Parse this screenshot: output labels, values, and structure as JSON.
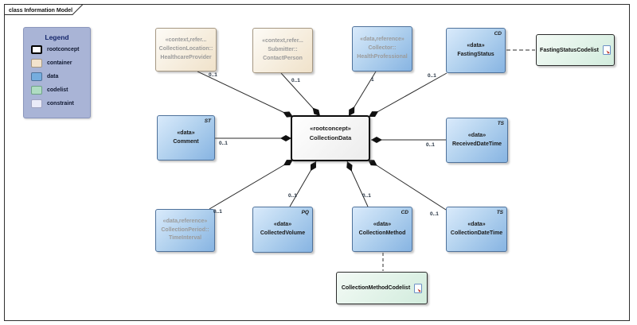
{
  "frame": {
    "title": "class Information Model"
  },
  "legend": {
    "title": "Legend",
    "background": "#A9B4D6",
    "items": [
      {
        "label": "rootconcept",
        "color": "#FFFFFF",
        "border": "#000000"
      },
      {
        "label": "container",
        "color": "#F2E3CD",
        "border": "#A59782"
      },
      {
        "label": "data",
        "color": "#76ADDE",
        "border": "#4F729B"
      },
      {
        "label": "codelist",
        "color": "#AFDCC2",
        "border": "#6FA287"
      },
      {
        "label": "constraint",
        "color": "#EAEBF8",
        "border": "#9FA3C0"
      }
    ]
  },
  "center": {
    "stereotype": "«rootconcept»",
    "name": "CollectionData"
  },
  "nodes": {
    "hp": {
      "line1": "«context,refer...",
      "line2": "CollectionLocation::",
      "line3": "HealthcareProvider"
    },
    "cp": {
      "line1": "«context,refer...",
      "line2": "Submitter::",
      "line3": "ContactPerson"
    },
    "hprof": {
      "line1": "«data,reference»",
      "line2": "Collector::",
      "line3": "HealthProfessional"
    },
    "fs": {
      "stereotype": "«data»",
      "name": "FastingStatus",
      "tag": "CD"
    },
    "comment": {
      "stereotype": "«data»",
      "name": "Comment",
      "tag": "ST"
    },
    "rdt": {
      "stereotype": "«data»",
      "name": "ReceivedDateTime",
      "tag": "TS"
    },
    "ti": {
      "line1": "«data,reference»",
      "line2": "CollectionPeriod::",
      "line3": "TimeInterval"
    },
    "cv": {
      "stereotype": "«data»",
      "name": "CollectedVolume",
      "tag": "PQ"
    },
    "cm": {
      "stereotype": "«data»",
      "name": "CollectionMethod",
      "tag": "CD"
    },
    "cdt": {
      "stereotype": "«data»",
      "name": "CollectionDateTime",
      "tag": "TS"
    }
  },
  "codelists": {
    "fs": {
      "name": "FastingStatusCodelist"
    },
    "cm": {
      "name": "CollectionMethodCodelist"
    }
  },
  "mult": {
    "hp": "0..1",
    "cp": "0..1",
    "hprof": "1",
    "fs": "0..1",
    "comment": "0..1",
    "rdt": "0..1",
    "ti": "0..1",
    "cv": "0..1",
    "cm": "0..1",
    "cdt": "0..1"
  }
}
